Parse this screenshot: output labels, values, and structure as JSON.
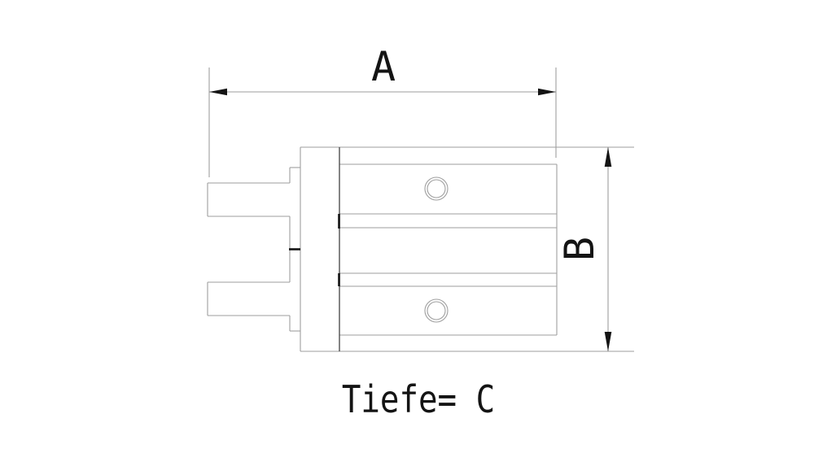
{
  "drawing": {
    "title_hint": "technical side view of a parallel gripper with dimension callouts",
    "labels": {
      "width_dim": "A",
      "height_dim": "B",
      "depth_note": "Tiefe= C"
    },
    "colors": {
      "background": "#ffffff",
      "thin_line": "#9e9e9e",
      "dark_edge": "#4f4f4f",
      "accent_black": "#141414"
    }
  }
}
